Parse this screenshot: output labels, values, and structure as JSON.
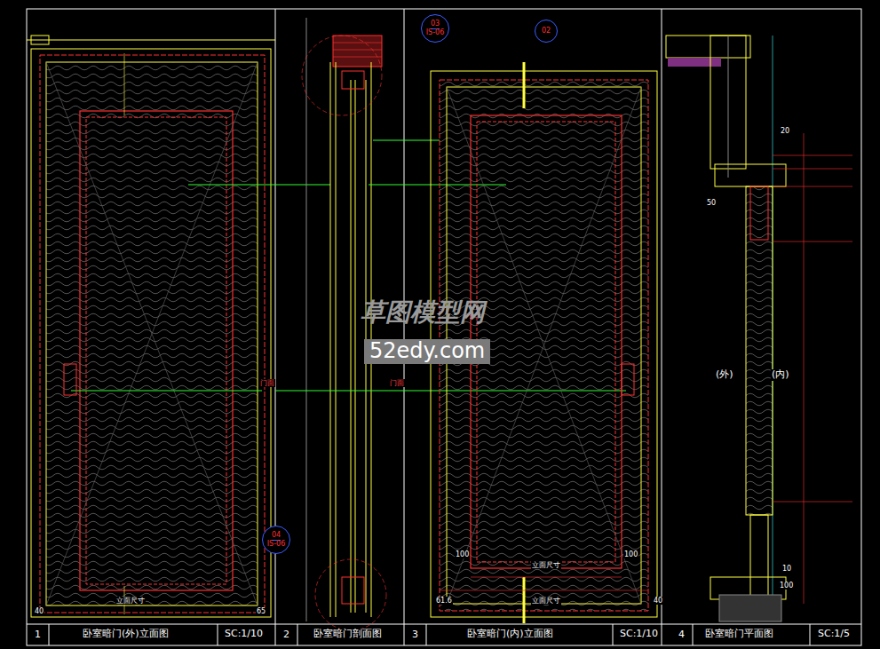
{
  "diagram": {
    "nodes": [
      {
        "text": [
          "03",
          "IS-06"
        ]
      },
      {
        "text": [
          "02"
        ]
      },
      {
        "text": [
          "04",
          "IS-06"
        ]
      }
    ],
    "labels": [
      "1",
      "卧室暗门(外)立面图",
      "SC:1/10",
      "2",
      "卧室暗门剖面图",
      "3",
      "卧室暗门(内)立面图",
      "SC:1/10",
      "4",
      "卧室暗门平面图",
      "SC:1/5",
      "(外)",
      "(内)",
      "草图模型网",
      "52edy.com",
      "立面尺寸",
      "立面尺寸",
      "立面尺寸",
      "门面",
      "门面",
      "40",
      "65",
      "100",
      "100",
      "61.6",
      "40",
      "50",
      "20",
      "10",
      "100"
    ]
  }
}
